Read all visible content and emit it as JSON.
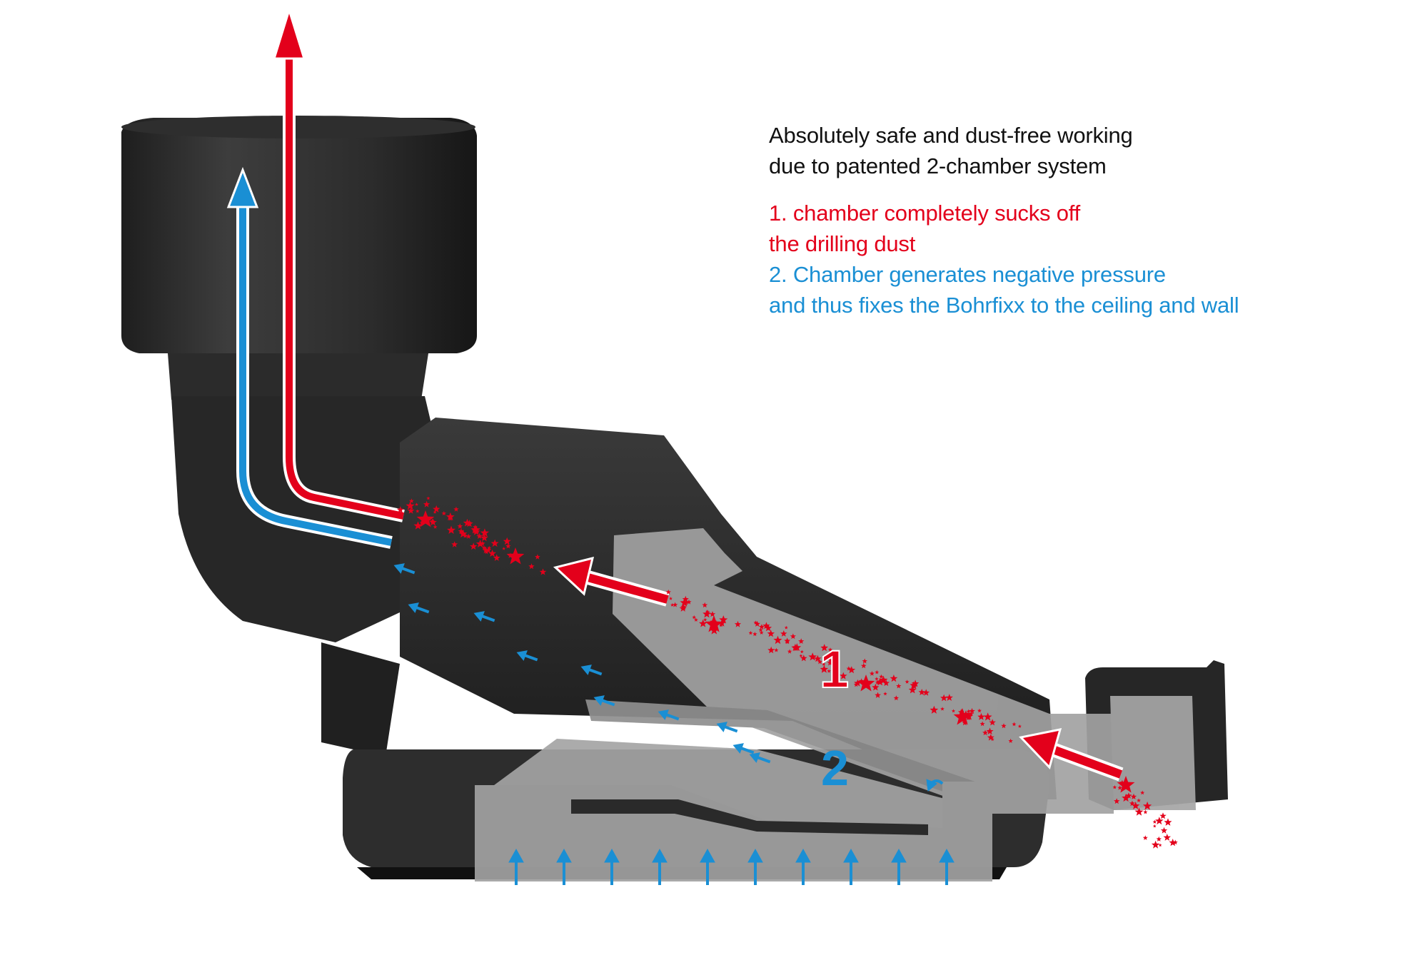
{
  "heading": {
    "line1": "Absolutely safe and dust-free working",
    "line2": "due to patented 2-chamber system"
  },
  "chamber1": {
    "line1": "1. chamber completely sucks off",
    "line2": "the drilling dust",
    "number": "1",
    "color": "#e3001b"
  },
  "chamber2": {
    "line1": "2. Chamber generates negative pressure",
    "line2": "and thus fixes the Bohrfixx to the ceiling and wall",
    "number": "2",
    "color": "#1a8fd4"
  },
  "device": {
    "body_color": "#2a2a2a",
    "section_color": "#9c9c9c"
  }
}
